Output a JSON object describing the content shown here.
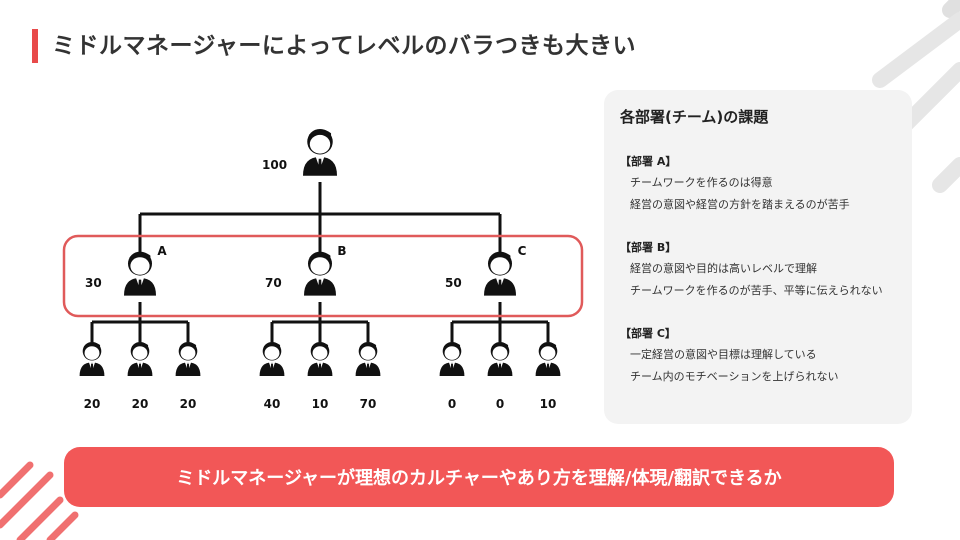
{
  "slide": {
    "title": "ミドルマネージャーによってレベルのバラつきも大きい",
    "accent_color": "#e84a4a",
    "banner": "ミドルマネージャーが理想のカルチャーやあり方を理解/体現/翻訳できるか"
  },
  "org_chart": {
    "top": {
      "score": "100"
    },
    "managers": [
      {
        "label": "A",
        "score": "30",
        "members": [
          "20",
          "20",
          "20"
        ]
      },
      {
        "label": "B",
        "score": "70",
        "members": [
          "40",
          "10",
          "70"
        ]
      },
      {
        "label": "C",
        "score": "50",
        "members": [
          "0",
          "0",
          "10"
        ]
      }
    ],
    "highlight_color": "#e05a5a",
    "icon": "person-icon"
  },
  "panel": {
    "title": "各部署(チーム)の課題",
    "depts": [
      {
        "name": "【部署 A】",
        "items": [
          "チームワークを作るのは得意",
          "経営の意図や経営の方針を踏まえるのが苦手"
        ]
      },
      {
        "name": "【部署 B】",
        "items": [
          "経営の意図や目的は高いレベルで理解",
          "チームワークを作るのが苦手、平等に伝えられない"
        ]
      },
      {
        "name": "【部署 C】",
        "items": [
          "一定経営の意図や目標は理解している",
          "チーム内のモチベーションを上げられない"
        ]
      }
    ]
  }
}
